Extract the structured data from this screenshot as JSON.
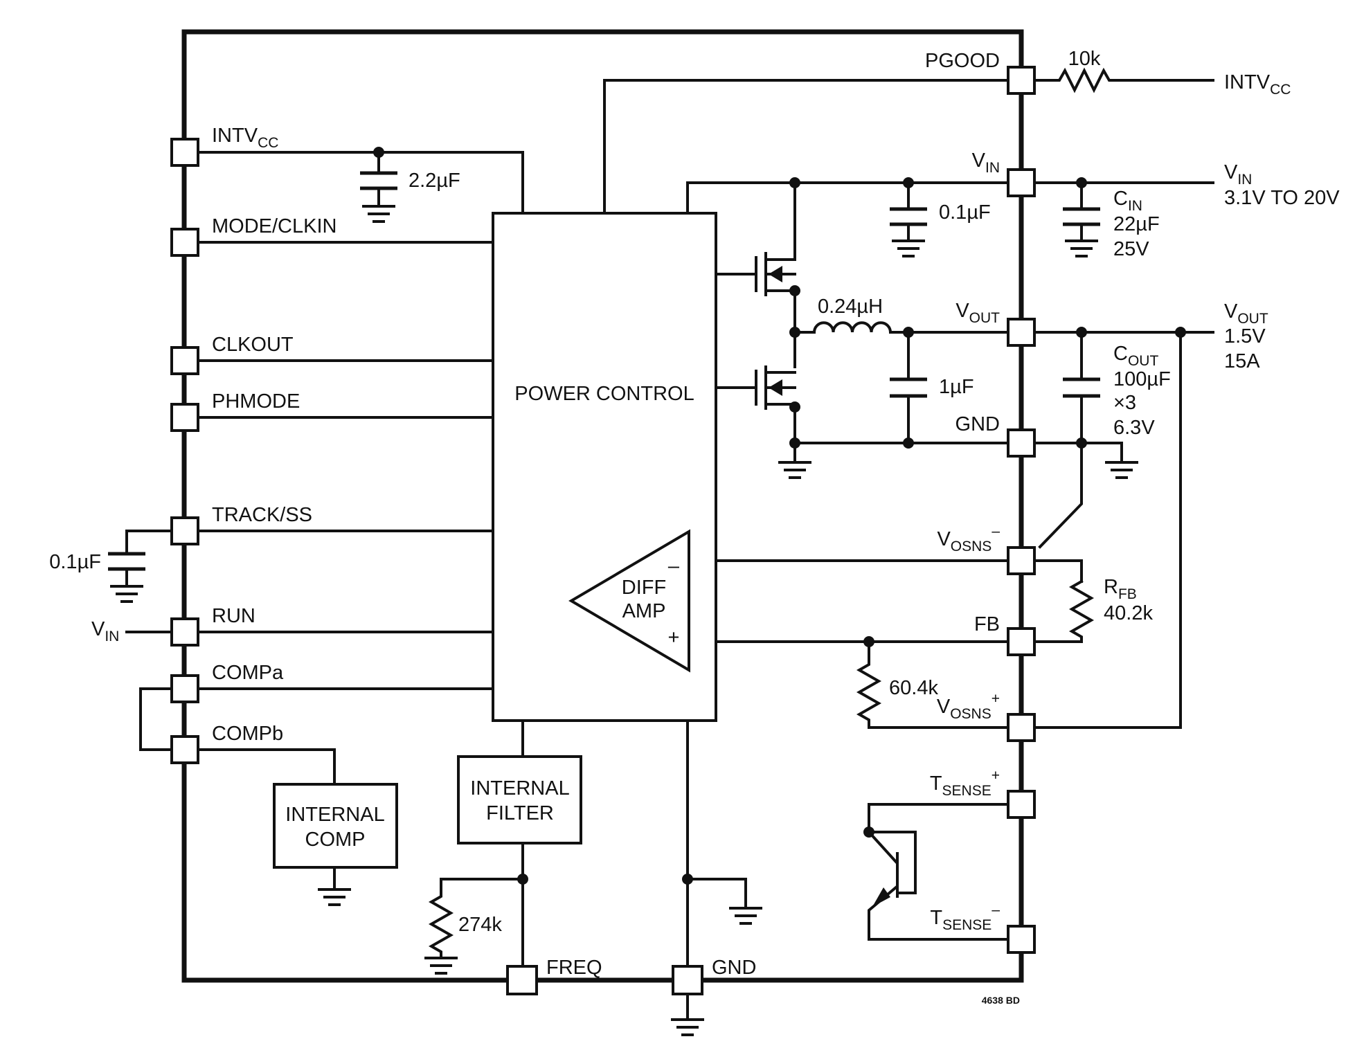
{
  "pins": {
    "pgood": "PGOOD",
    "intvcc": {
      "main": "INTV",
      "sub": "CC"
    },
    "vin": {
      "main": "V",
      "sub": "IN"
    },
    "mode": "MODE/CLKIN",
    "clkout": "CLKOUT",
    "phmode": "PHMODE",
    "track": "TRACK/SS",
    "run": "RUN",
    "compa": "COMPa",
    "compb": "COMPb",
    "vout": {
      "main": "V",
      "sub": "OUT"
    },
    "gnd_right": "GND",
    "vosns_minus": {
      "main": "V",
      "sub": "OSNS",
      "sup": "–"
    },
    "fb": "FB",
    "vosns_plus": {
      "main": "V",
      "sub": "OSNS",
      "sup": "+"
    },
    "tsense_plus": {
      "main": "T",
      "sub": "SENSE",
      "sup": "+"
    },
    "tsense_minus": {
      "main": "T",
      "sub": "SENSE",
      "sup": "–"
    },
    "freq": "FREQ",
    "gnd_bottom": "GND"
  },
  "blocks": {
    "power_control": "POWER CONTROL",
    "diff_amp": [
      "DIFF",
      "AMP"
    ],
    "diff_minus": "–",
    "diff_plus": "+",
    "internal_filter": [
      "INTERNAL",
      "FILTER"
    ],
    "internal_comp": [
      "INTERNAL",
      "COMP"
    ]
  },
  "components": {
    "r_pgood": "10k",
    "c_intvcc": "2.2µF",
    "c_vin_int": "0.1µF",
    "c_in": {
      "main": "C",
      "sub": "IN",
      "line2": "22µF",
      "line3": "25V"
    },
    "inductor": "0.24µH",
    "c_1u": "1µF",
    "c_out": {
      "main": "C",
      "sub": "OUT",
      "line2": "100µF",
      "line3": "×3",
      "line4": "6.3V"
    },
    "r_fb": {
      "main": "R",
      "sub": "FB",
      "line2": "40.2k"
    },
    "r_604": "60.4k",
    "r_freq": "274k",
    "c_ss": "0.1µF"
  },
  "external": {
    "intvcc": {
      "main": "INTV",
      "sub": "CC"
    },
    "vin": {
      "main": "V",
      "sub": "IN",
      "line2": "3.1V TO 20V"
    },
    "vout": {
      "main": "V",
      "sub": "OUT",
      "line2": "1.5V",
      "line3": "15A"
    },
    "run_vin": {
      "main": "V",
      "sub": "IN"
    }
  },
  "figure_id": "4638 BD"
}
